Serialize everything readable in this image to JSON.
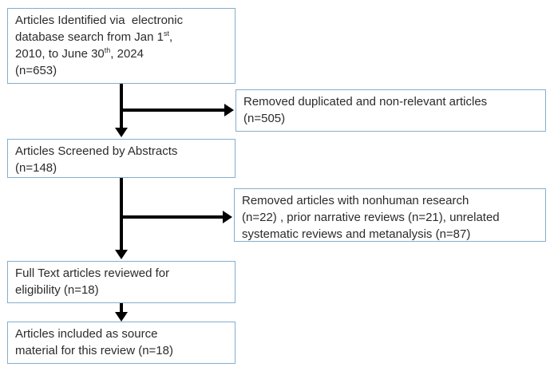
{
  "diagram": {
    "type": "flowchart",
    "description": "Article selection flow for a systematic review (PRISMA-style)",
    "colors": {
      "box_border": "#85AECD",
      "text": "#2b2b2b",
      "arrow": "#000000",
      "background": "#ffffff"
    },
    "boxes": {
      "identified": {
        "l1": "Articles Identified via  electronic",
        "l2_pre": "database search from Jan 1",
        "l2_sup": "st",
        "l2_post": ",",
        "l3_pre": "2010, to June 30",
        "l3_sup": "th",
        "l3_post": ", 2024",
        "l4": "(n=653)",
        "n": 653
      },
      "removed_duplicates": {
        "lines": [
          "Removed duplicated and non-relevant articles",
          "(n=505)"
        ],
        "n": 505
      },
      "screened": {
        "lines": [
          "Articles Screened by Abstracts",
          "(n=148)"
        ],
        "n": 148
      },
      "removed_nonhuman": {
        "lines": [
          "Removed articles with nonhuman research",
          "(n=22) , prior narrative reviews (n=21), unrelated",
          "systematic reviews and metanalysis (n=87)"
        ],
        "n_nonhuman": 22,
        "n_narrative_reviews": 21,
        "n_unrelated_systematic": 87
      },
      "fulltext": {
        "lines": [
          "Full Text articles reviewed for",
          "eligibility (n=18)"
        ],
        "n": 18
      },
      "included": {
        "lines": [
          "Articles included as source",
          "material for this review (n=18)"
        ],
        "n": 18
      }
    }
  }
}
